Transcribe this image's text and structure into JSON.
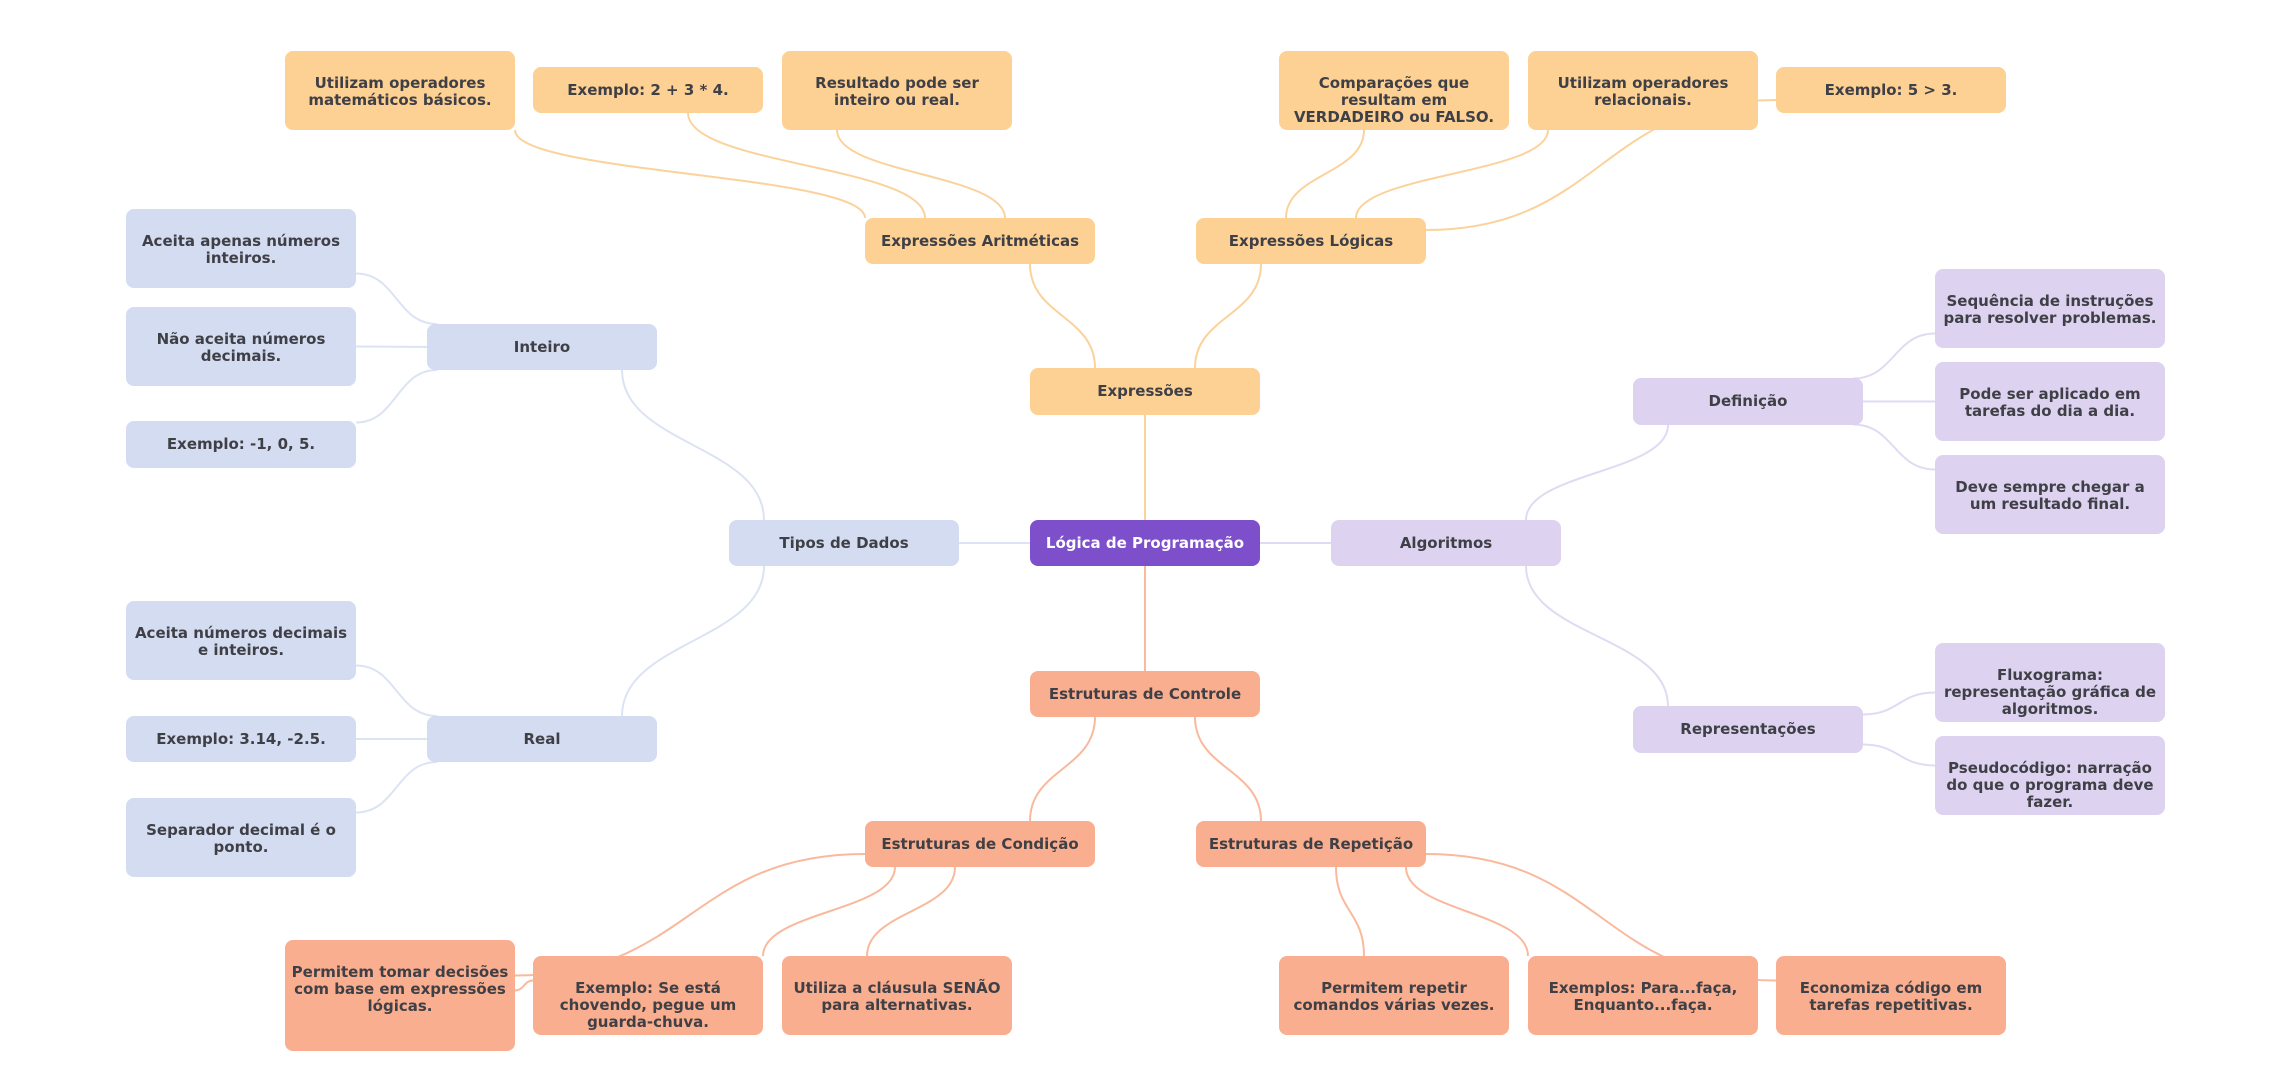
{
  "mindmap": {
    "root": {
      "label": "Lógica de Programação",
      "color": "#7e4fca"
    },
    "branches": {
      "expressoes": {
        "label": "Expressões",
        "color": "#fdd093",
        "edge_color": "#fbd29c",
        "children": {
          "aritmeticas": {
            "label": "Expressões Aritméticas",
            "leaves": [
              "Utilizam operadores matemáticos básicos.",
              "Exemplo: 2 + 3 * 4.",
              "Resultado pode ser inteiro ou real."
            ]
          },
          "logicas": {
            "label": "Expressões Lógicas",
            "leaves": [
              "Comparações que resultam em VERDADEIRO ou FALSO.",
              "Utilizam operadores relacionais.",
              "Exemplo: 5 > 3."
            ]
          }
        }
      },
      "tipos": {
        "label": "Tipos de Dados",
        "color": "#d4dcf1",
        "edge_color": "#dce3f4",
        "children": {
          "inteiro": {
            "label": "Inteiro",
            "leaves": [
              "Aceita apenas números inteiros.",
              "Não aceita números decimais.",
              "Exemplo: -1, 0, 5."
            ]
          },
          "real": {
            "label": "Real",
            "leaves": [
              "Aceita números decimais e inteiros.",
              "Exemplo: 3.14, -2.5.",
              "Separador decimal é o ponto."
            ]
          }
        }
      },
      "algoritmos": {
        "label": "Algoritmos",
        "color": "#ddd2f0",
        "edge_color": "#e2d9f3",
        "children": {
          "definicao": {
            "label": "Definição",
            "leaves": [
              "Sequência de instruções para resolver problemas.",
              "Pode ser aplicado em tarefas do dia a dia.",
              "Deve sempre chegar a um resultado final."
            ]
          },
          "representacoes": {
            "label": "Representações",
            "leaves": [
              "Fluxograma: representação gráfica de algoritmos.",
              "Pseudocódigo: narração do que o programa deve fazer."
            ]
          }
        }
      },
      "controle": {
        "label": "Estruturas de Controle",
        "color": "#f9ae8f",
        "edge_color": "#f9b99d",
        "children": {
          "condicao": {
            "label": "Estruturas de Condição",
            "leaves": [
              "Permitem tomar decisões com base em expressões lógicas.",
              "Exemplo: Se está chovendo, pegue um guarda-chuva.",
              "Utiliza a cláusula SENÃO para alternativas."
            ]
          },
          "repeticao": {
            "label": "Estruturas de Repetição",
            "leaves": [
              "Permitem repetir comandos várias vezes.",
              "Exemplos: Para...faça, Enquanto...faça.",
              "Economiza código em tarefas repetitivas."
            ]
          }
        }
      }
    }
  }
}
